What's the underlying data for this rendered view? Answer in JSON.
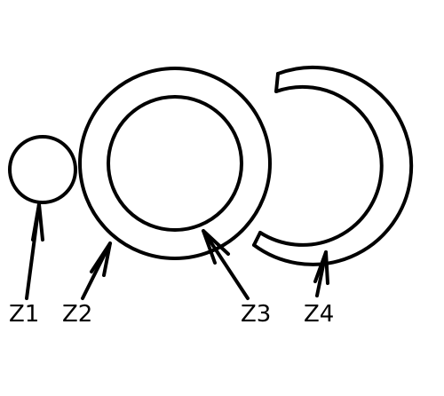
{
  "labels": {
    "z1": "Z1",
    "z2": "Z2",
    "z3": "Z3",
    "z4": "Z4"
  },
  "colors": {
    "stroke": "#000000",
    "background": "#ffffff"
  }
}
